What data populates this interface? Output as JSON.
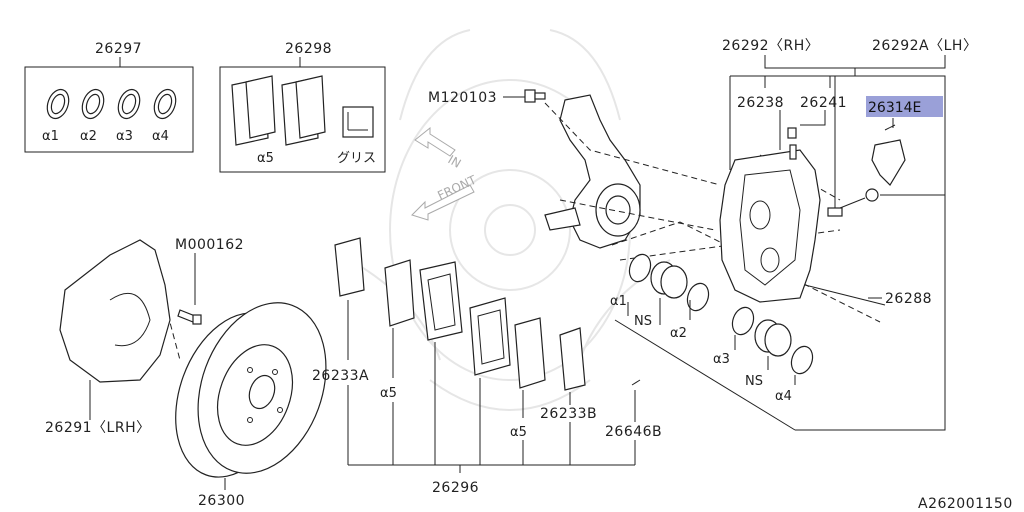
{
  "labels": {
    "p26297": "26297",
    "p26298": "26298",
    "a1": "α1",
    "a2": "α2",
    "a3": "α3",
    "a4": "α4",
    "a5_box": "α5",
    "grease": "グリス",
    "m120103": "M120103",
    "dir_in": "IN",
    "dir_front": "FRONT",
    "p26292": "26292〈RH〉",
    "p26292a": "26292A〈LH〉",
    "p26238": "26238",
    "p26241": "26241",
    "p26314e": "26314E",
    "m000162": "M000162",
    "p26288": "26288",
    "r_a1": "α1",
    "r_ns1": "NS",
    "r_a2": "α2",
    "r_a3": "α3",
    "r_ns2": "NS",
    "r_a4": "α4",
    "p26291": "26291〈LRH〉",
    "p26300": "26300",
    "p26233a": "26233A",
    "a5_left": "α5",
    "p26233b": "26233B",
    "a5_right": "α5",
    "p26646b": "26646B",
    "p26296": "26296",
    "catalog": "A262001150"
  },
  "colors": {
    "line": "#222222",
    "highlight": "#9aa0d8",
    "watermark": "#e6e6e6"
  }
}
